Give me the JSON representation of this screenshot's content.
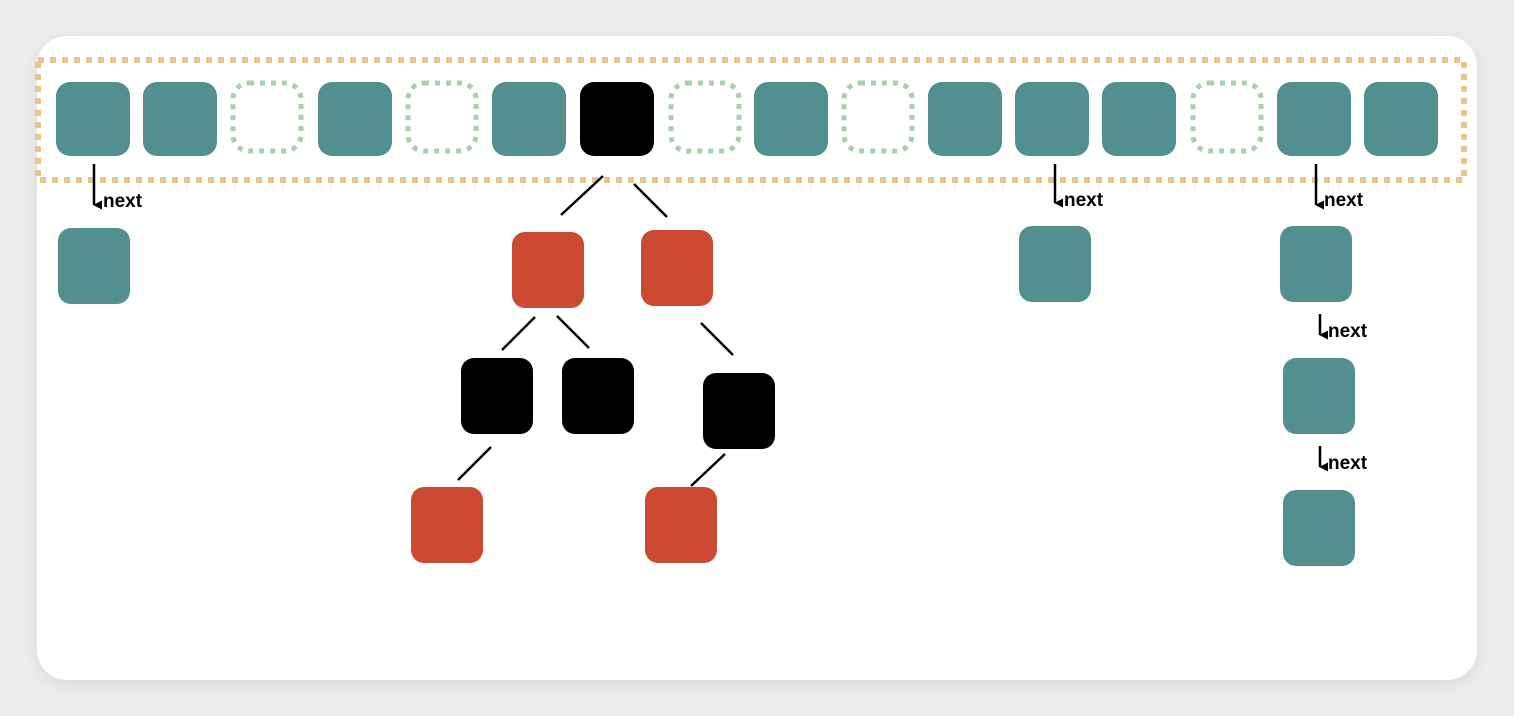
{
  "colors": {
    "bucket_filled": "#548f90",
    "bucket_empty_border": "#a9cfae",
    "array_border": "#e8c48f",
    "rb_red": "#cc4a32",
    "rb_black": "#000000",
    "line": "#000000"
  },
  "bucket_array": [
    "filled",
    "filled",
    "empty",
    "filled",
    "empty",
    "filled",
    "tree-root-black",
    "empty",
    "filled",
    "empty",
    "filled",
    "filled",
    "filled",
    "empty",
    "filled",
    "filled"
  ],
  "next_label": "next",
  "linked_lists": [
    {
      "bucket_index": 0,
      "nodes": 1
    },
    {
      "bucket_index": 11,
      "nodes": 1
    },
    {
      "bucket_index": 14,
      "nodes": 3
    }
  ],
  "red_black_tree": {
    "root": {
      "color": "black",
      "children": [
        "L",
        "R"
      ]
    },
    "nodes": {
      "L": {
        "color": "red",
        "children": [
          "LL",
          "LR"
        ]
      },
      "R": {
        "color": "red",
        "children": [
          "RR"
        ]
      },
      "LL": {
        "color": "black",
        "children": [
          "LLL"
        ]
      },
      "LR": {
        "color": "black",
        "children": []
      },
      "RR": {
        "color": "black",
        "children": [
          "RRL"
        ]
      },
      "LLL": {
        "color": "red",
        "children": []
      },
      "RRL": {
        "color": "red",
        "children": []
      }
    }
  }
}
